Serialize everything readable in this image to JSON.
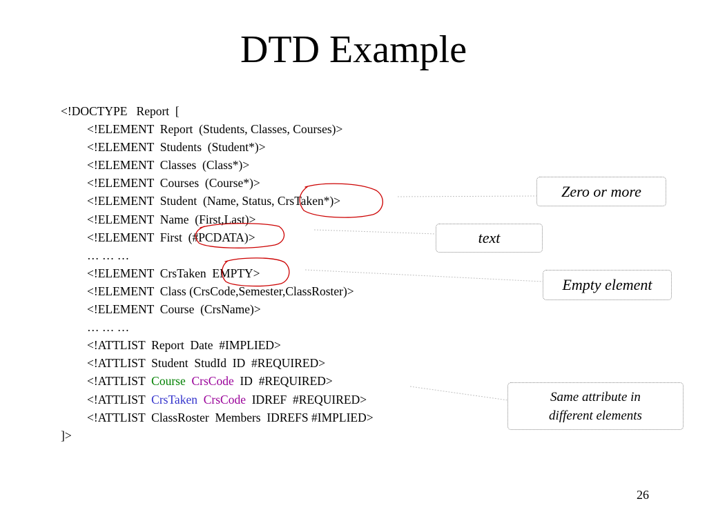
{
  "title": "DTD Example",
  "dtd": {
    "open": "<!DOCTYPE   Report  [",
    "lines": [
      "<!ELEMENT  Report  (Students, Classes, Courses)>",
      "<!ELEMENT  Students  (Student*)>",
      "<!ELEMENT  Classes  (Class*)>",
      "<!ELEMENT  Courses  (Course*)>",
      "<!ELEMENT  Student  (Name, Status, CrsTaken*)>",
      "<!ELEMENT  Name  (First,Last)>",
      "<!ELEMENT  First  (#PCDATA)>",
      "… … …",
      "<!ELEMENT  CrsTaken  EMPTY>",
      "<!ELEMENT  Class (CrsCode,Semester,ClassRoster)>",
      "<!ELEMENT  Course  (CrsName)>",
      "… … …",
      "<!ATTLIST  Report  Date  #IMPLIED>",
      "<!ATTLIST  Student  StudId  ID  #REQUIRED>"
    ],
    "attlist_course": {
      "prefix": "<!ATTLIST  ",
      "element": "Course",
      "attribute": "CrsCode",
      "suffix": "  ID  #REQUIRED>"
    },
    "attlist_crstaken": {
      "prefix": "<!ATTLIST  ",
      "element": "CrsTaken",
      "attribute": "CrsCode",
      "suffix": "  IDREF  #REQUIRED>"
    },
    "last_line": "<!ATTLIST  ClassRoster  Members  IDREFS #IMPLIED>",
    "close": "]>"
  },
  "callouts": {
    "zero_or_more": "Zero or more",
    "text": "text",
    "empty_element": "Empty element",
    "same_attribute": "Same attribute in\ndifferent elements"
  },
  "colors": {
    "annotation_ink": "#cc0000",
    "course": "#008000",
    "crscode": "#990099",
    "crstaken": "#3333cc"
  },
  "page_number": "26"
}
